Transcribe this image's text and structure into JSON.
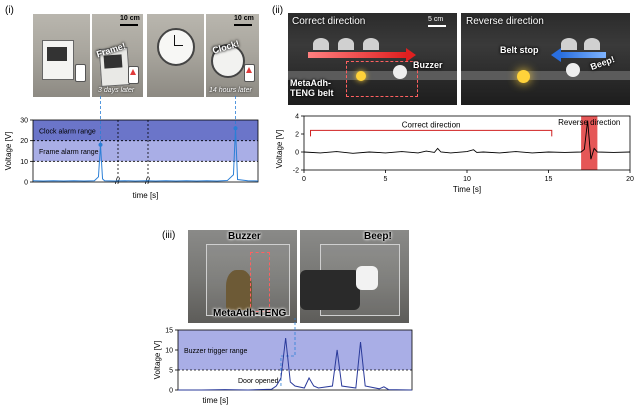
{
  "panels": {
    "i": {
      "label": "(i)",
      "photos": {
        "scale": "10 cm",
        "frame_callout": "Frame!",
        "clock_callout": "Clock!",
        "caption_1": "3 days later",
        "caption_2": "14 hours later"
      },
      "chart": {
        "ylabel": "Voltage [V]",
        "xlabel": "time [s]",
        "yticks": [
          "0",
          "10",
          "20",
          "30"
        ],
        "range_labels": {
          "clock": "Clock alarm range",
          "frame": "Frame alarm range"
        }
      }
    },
    "ii": {
      "label": "(ii)",
      "photos": {
        "title_left": "Correct direction",
        "title_right": "Reverse direction",
        "scale": "5 cm",
        "buzzer": "Buzzer",
        "belt_label": "MetaAdh-\nTENG belt",
        "belt_stop": "Belt stop",
        "beep": "Beep!"
      },
      "chart": {
        "ylabel": "Voltage [V]",
        "xlabel": "Time [s]",
        "xticks": [
          "0",
          "5",
          "10",
          "15",
          "20"
        ],
        "yticks": [
          "-2",
          "0",
          "2",
          "4"
        ],
        "annotation_correct": "Correct direction",
        "annotation_reverse": "Reverse direction"
      }
    },
    "iii": {
      "label": "(iii)",
      "photos": {
        "buzzer": "Buzzer",
        "device": "MetaAdh-TENG",
        "beep": "Beep!"
      },
      "chart": {
        "ylabel": "Voltage [V]",
        "xlabel": "time [s]",
        "yticks": [
          "0",
          "5",
          "10",
          "15"
        ],
        "range_label": "Buzzer trigger range",
        "door_label": "Door opened"
      }
    }
  },
  "chart_data": [
    {
      "type": "line",
      "panel": "i",
      "xlabel": "time [s]",
      "ylabel": "Voltage [V]",
      "ylim": [
        0,
        30
      ],
      "axis_breaks": true,
      "ranges": [
        {
          "name": "Clock alarm range",
          "from": 20,
          "to": 30,
          "color": "#6b75c9"
        },
        {
          "name": "Frame alarm range",
          "from": 10,
          "to": 20,
          "color": "#a9aee6"
        }
      ],
      "thresholds": [
        10,
        20
      ],
      "x": [
        0,
        1,
        2,
        3,
        4,
        5,
        6,
        6.4,
        6.6,
        6.8,
        7,
        8,
        9,
        10,
        11,
        12,
        13,
        14,
        15,
        16,
        17,
        18,
        19,
        19.6,
        19.8,
        20,
        21,
        22
      ],
      "y": [
        0.6,
        0.5,
        0.6,
        0.5,
        0.6,
        0.5,
        0.6,
        2.5,
        18,
        1.5,
        0.6,
        0.5,
        0.6,
        0.5,
        0.6,
        0.5,
        0.6,
        0.5,
        0.6,
        0.5,
        0.6,
        0.5,
        0.7,
        3.5,
        26,
        1.2,
        0.6,
        0.5
      ],
      "color": "#2b7fd6"
    },
    {
      "type": "line",
      "panel": "ii",
      "xlabel": "Time [s]",
      "ylabel": "Voltage [V]",
      "xlim": [
        0,
        20
      ],
      "ylim": [
        -2,
        4
      ],
      "highlight": {
        "from": 17,
        "to": 18,
        "color": "#e03a3a"
      },
      "x": [
        0,
        1,
        2,
        3,
        4,
        5,
        6,
        7,
        7.5,
        8,
        8.2,
        8.4,
        9,
        10,
        10.4,
        10.6,
        11,
        12,
        13,
        14,
        15,
        16,
        17,
        17.2,
        17.4,
        17.6,
        17.8,
        18,
        19,
        20
      ],
      "y": [
        0,
        -0.1,
        0.05,
        -0.15,
        0,
        -0.1,
        0.05,
        -0.1,
        0.1,
        -0.05,
        0.4,
        0,
        -0.1,
        0.05,
        0.25,
        -0.05,
        0,
        -0.1,
        0.05,
        -0.1,
        0,
        -0.05,
        0,
        0.3,
        3.5,
        -0.8,
        0.4,
        0,
        -0.05,
        0
      ],
      "color": "#000000"
    },
    {
      "type": "line",
      "panel": "iii",
      "xlabel": "time [s]",
      "ylabel": "Voltage [V]",
      "ylim": [
        0,
        15
      ],
      "ranges": [
        {
          "name": "Buzzer trigger range",
          "from": 5,
          "to": 15,
          "color": "#a9aee6"
        }
      ],
      "thresholds": [
        5
      ],
      "x": [
        0,
        1,
        2,
        3,
        4,
        4.2,
        4.4,
        4.6,
        4.8,
        5,
        5.4,
        5.6,
        5.8,
        6,
        6.6,
        6.8,
        7,
        7.6,
        7.8,
        8,
        8.6,
        8.8,
        9,
        10
      ],
      "y": [
        0,
        0,
        0.1,
        0,
        0.2,
        1,
        3,
        13,
        2,
        1,
        0.5,
        3,
        1,
        0.5,
        1,
        10,
        1,
        0.5,
        12,
        1,
        0.3,
        0.8,
        0.1,
        0
      ],
      "color": "#2a3a9a"
    }
  ],
  "colors": {
    "dark_band": "#6b75c9",
    "light_band": "#a9aee6",
    "signal_blue": "#2b7fd6",
    "reverse_red": "#e03a3a",
    "dashed_link": "#2b7fd6"
  }
}
